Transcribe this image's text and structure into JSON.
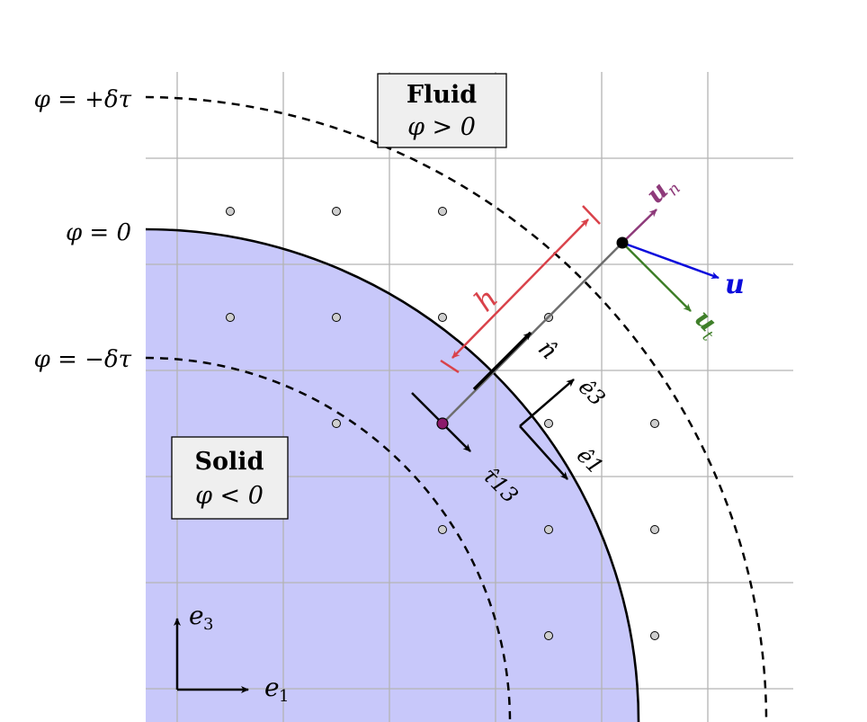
{
  "labels": {
    "phi_plus": "φ = +δτ",
    "phi_zero": "φ = 0",
    "phi_minus": "φ = −δτ",
    "fluid_title": "Fluid",
    "fluid_cond": "φ > 0",
    "solid_title": "Solid",
    "solid_cond": "φ < 0",
    "h": "h",
    "n_hat": "n̂",
    "u": "u",
    "u_n": "u",
    "u_n_sub": "n",
    "u_t": "u",
    "u_t_sub": "t",
    "e3_hat": "ê3",
    "e1_hat": "ê1",
    "tau13_hat": "τ̂13",
    "axis_e3": "e",
    "axis_e3_sub": "3",
    "axis_e1": "e",
    "axis_e1_sub": "1"
  },
  "colors": {
    "solid_fill": "#c8c8fa",
    "grid": "#b4b4b4",
    "h_color": "#d9424a",
    "un_color": "#8e3a7a",
    "u_color": "#0b0bdc",
    "ut_color": "#3f7f2a",
    "ghost_point": "#8b1a6b",
    "box_fill": "#efefef"
  }
}
